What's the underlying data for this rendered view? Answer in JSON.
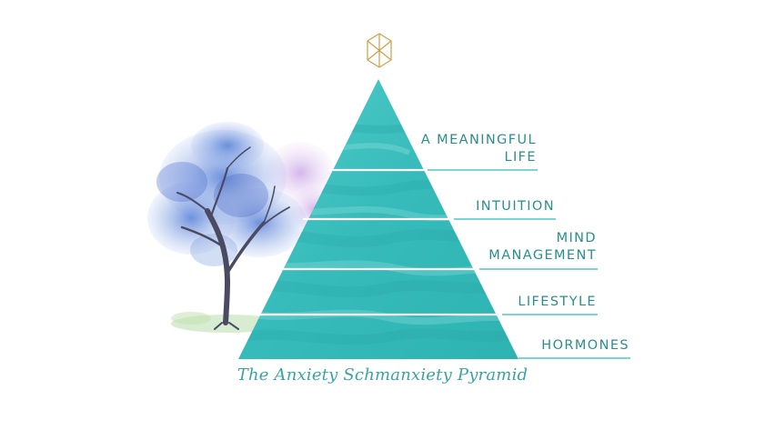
{
  "diagram": {
    "caption": "The Anxiety Schmanxiety Pyramid",
    "tiers": [
      {
        "line1": "A MEANINGFUL",
        "line2": "LIFE"
      },
      {
        "line1": "INTUITION",
        "line2": ""
      },
      {
        "line1": "MIND",
        "line2": "MANAGEMENT"
      },
      {
        "line1": "LIFESTYLE",
        "line2": ""
      },
      {
        "line1": "HORMONES",
        "line2": ""
      }
    ]
  },
  "icons": {
    "logo": "gold-hexagon-crystal-icon",
    "illustration": "watercolor-tree-illustration"
  },
  "colors": {
    "pyramid_fill": "#3cc0bf",
    "pyramid_texture": "#2aa6a8",
    "guide_line": "#7fd4d2",
    "label_text": "#2a8e8c",
    "caption_text": "#3aa3a6",
    "logo_gold": "#c8a24a"
  }
}
